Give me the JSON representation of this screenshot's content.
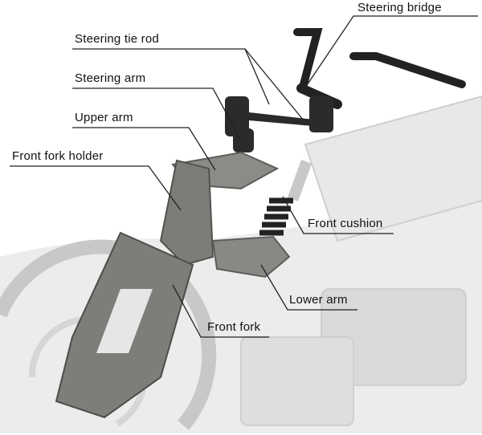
{
  "labels": {
    "steering_bridge": "Steering bridge",
    "steering_tie_rod": "Steering tie rod",
    "steering_arm": "Steering arm",
    "upper_arm": "Upper arm",
    "front_fork_holder": "Front fork holder",
    "front_cushion": "Front cushion",
    "lower_arm": "Lower arm",
    "front_fork": "Front fork"
  },
  "colors": {
    "metal": "#8a8884",
    "dark_part": "#2a2a2a",
    "ghost_frame": "#dcdcdc",
    "leader": "#222222"
  }
}
